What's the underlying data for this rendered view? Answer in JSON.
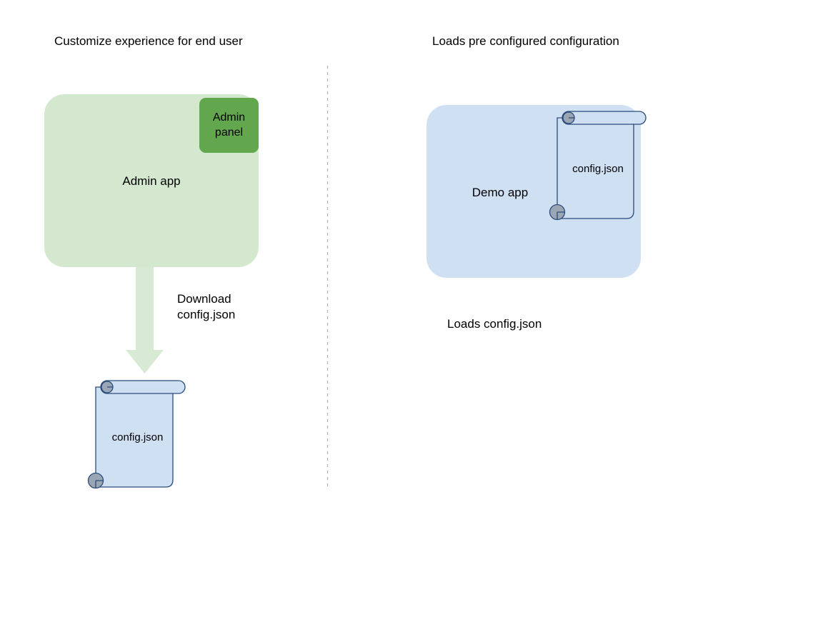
{
  "diagram": {
    "title_left": "Customize experience for end user",
    "title_right": "Loads pre configured configuration",
    "divider": "vertical-dashed-divider",
    "left_flow": {
      "app_box_label": "Admin app",
      "panel_label": "Admin\npanel",
      "arrow_label_line1": "Download",
      "arrow_label_line2": "config.json",
      "file_label": "config.json"
    },
    "right_flow": {
      "app_box_label": "Demo app",
      "file_label": "config.json",
      "caption": "Loads config.json"
    },
    "colors": {
      "app_green_fill": "#d4e8d0",
      "panel_green_fill": "#62a74e",
      "arrow_green_fill": "#d8ead3",
      "app_blue_fill": "#cfe0f3",
      "file_blue_fill": "#cfe0f3",
      "file_stroke": "#2a4b7c",
      "roll_gray_fill": "#9aa6b4",
      "divider_stroke": "#b0b0b0",
      "text": "#000000",
      "background": "#ffffff"
    }
  }
}
